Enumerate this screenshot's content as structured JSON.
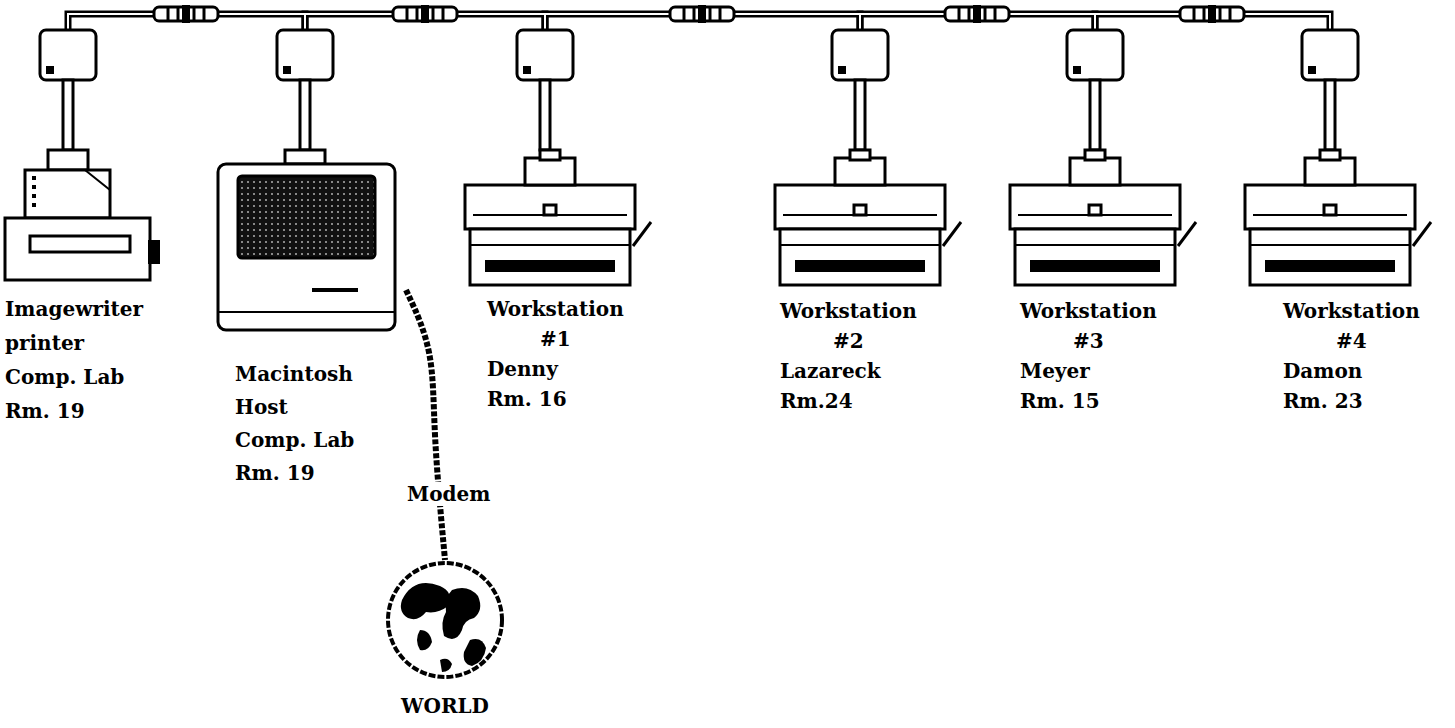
{
  "diagram": {
    "nodes": [
      {
        "text": [
          "Imagewriter printer",
          "Comp. Lab",
          "Rm. 19"
        ]
      },
      {
        "text": [
          "Macintosh Host",
          "Comp. Lab",
          "Rm. 19"
        ]
      },
      {
        "text": [
          "Workstation #1",
          "Denny",
          "Rm. 16"
        ]
      },
      {
        "text": [
          "Workstation #2",
          "Lazareck",
          "Rm.24"
        ]
      },
      {
        "text": [
          "Workstation #3",
          "Meyer",
          "Rm. 15"
        ]
      },
      {
        "text": [
          "Workstation #4",
          "Damon",
          "Rm. 23"
        ]
      },
      {
        "text": [
          "WORLD"
        ]
      }
    ],
    "edges": [
      {
        "from": 0,
        "to": 1,
        "arrow": "none"
      },
      {
        "from": 1,
        "to": 2,
        "arrow": "none"
      },
      {
        "from": 2,
        "to": 3,
        "arrow": "none"
      },
      {
        "from": 3,
        "to": 4,
        "arrow": "none"
      },
      {
        "from": 4,
        "to": 5,
        "arrow": "none"
      },
      {
        "from": 1,
        "to": 6,
        "arrow": "none",
        "label": "Modem"
      }
    ]
  }
}
